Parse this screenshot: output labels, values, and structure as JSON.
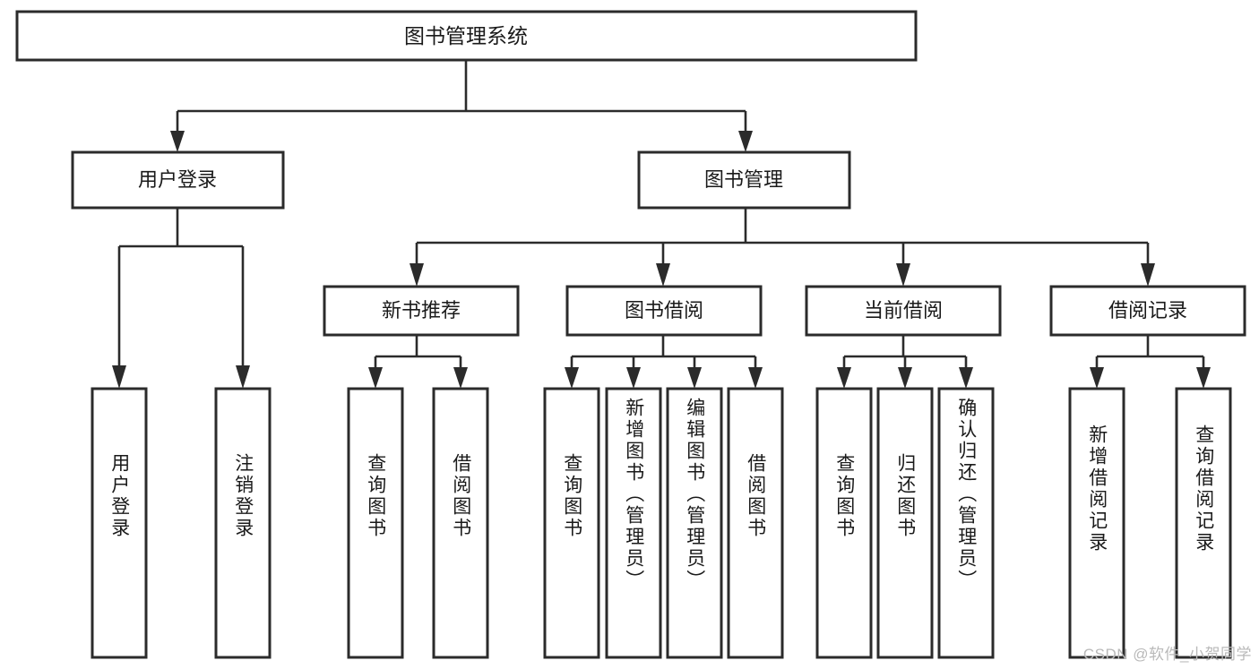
{
  "diagram": {
    "type": "tree",
    "title": "图书管理系统",
    "root": {
      "label": "图书管理系统"
    },
    "level2": [
      {
        "label": "用户登录"
      },
      {
        "label": "图书管理"
      }
    ],
    "level3": [
      {
        "label": "新书推荐"
      },
      {
        "label": "图书借阅"
      },
      {
        "label": "当前借阅"
      },
      {
        "label": "借阅记录"
      }
    ],
    "leaves": {
      "user_login": [
        {
          "label": "用户登录"
        },
        {
          "label": "注销登录"
        }
      ],
      "new_book_recommend": [
        {
          "label": "查询图书"
        },
        {
          "label": "借阅图书"
        }
      ],
      "book_borrow": [
        {
          "label": "查询图书"
        },
        {
          "label": "新增图书（管理员）"
        },
        {
          "label": "编辑图书（管理员）"
        },
        {
          "label": "借阅图书"
        }
      ],
      "current_borrow": [
        {
          "label": "查询图书"
        },
        {
          "label": "归还图书"
        },
        {
          "label": "确认归还（管理员）"
        }
      ],
      "borrow_record": [
        {
          "label": "新增借阅记录"
        },
        {
          "label": "查询借阅记录"
        }
      ]
    }
  },
  "watermark": {
    "text": "CSDN @软件_小贺同学"
  },
  "colors": {
    "box_stroke": "#2b2b2b",
    "box_fill": "#ffffff",
    "text": "#1a1a1a",
    "watermark": "#b9b9b9",
    "background": "#ffffff"
  }
}
